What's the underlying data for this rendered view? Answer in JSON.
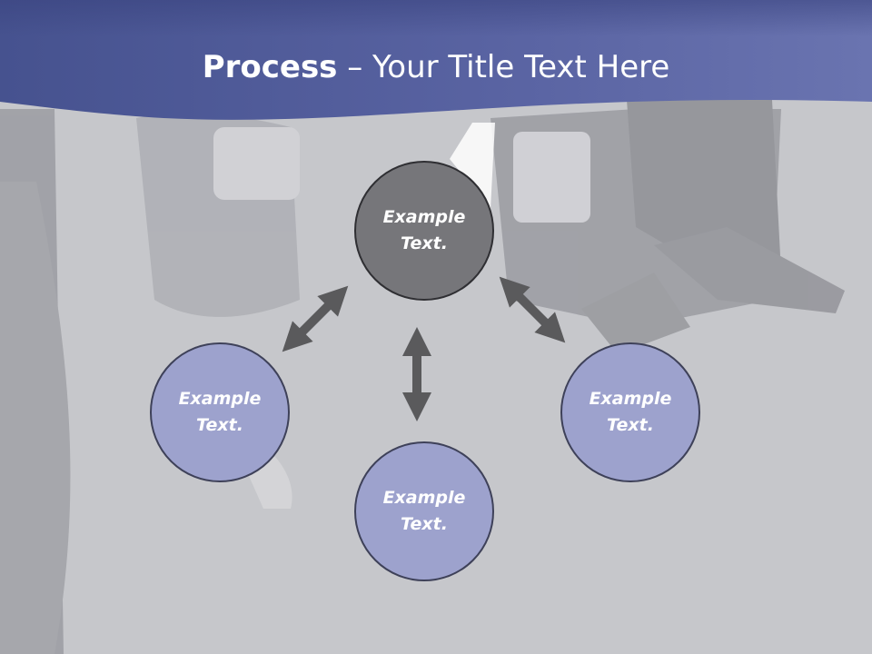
{
  "title": {
    "bold": "Process",
    "rest": " – Your Title Text Here"
  },
  "nodes": {
    "center": "Example Text.",
    "left": "Example Text.",
    "bottom": "Example Text.",
    "right": "Example Text."
  },
  "colors": {
    "header_band": "#4f5b9e",
    "background": "#c6c7cb",
    "center_node": "#76767a",
    "outer_node": "#9da2cd",
    "arrow": "#5a5a5c"
  }
}
